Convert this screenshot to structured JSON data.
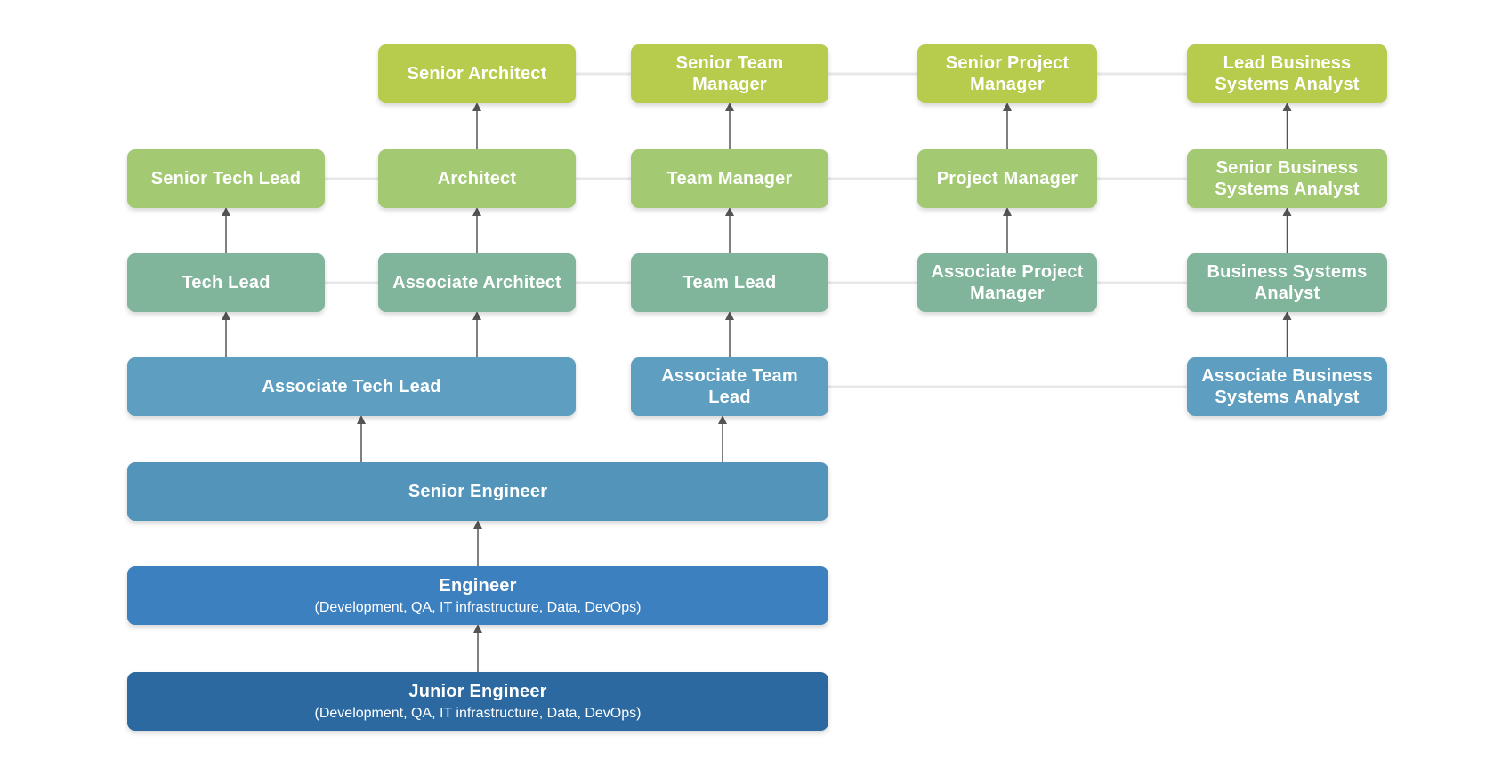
{
  "colors": {
    "level_top": "#b7cb4c",
    "level_2": "#a3ca72",
    "level_3": "#80b59c",
    "level_4": "#5e9fc1",
    "senior_engineer": "#5394ba",
    "engineer": "#3d80c0",
    "junior_engineer": "#2b69a0",
    "arrow": "#555555",
    "connector": "#e8e8e8"
  },
  "nodes": {
    "senior_architect": {
      "label": "Senior Architect"
    },
    "senior_team_manager": {
      "label": "Senior Team Manager"
    },
    "senior_project_manager": {
      "label": "Senior Project Manager"
    },
    "lead_bsa": {
      "label": "Lead Business Systems Analyst"
    },
    "senior_tech_lead": {
      "label": "Senior Tech Lead"
    },
    "architect": {
      "label": "Architect"
    },
    "team_manager": {
      "label": "Team Manager"
    },
    "project_manager": {
      "label": "Project Manager"
    },
    "senior_bsa": {
      "label": "Senior Business Systems Analyst"
    },
    "tech_lead": {
      "label": "Tech Lead"
    },
    "associate_architect": {
      "label": "Associate Architect"
    },
    "team_lead": {
      "label": "Team Lead"
    },
    "associate_pm": {
      "label": "Associate Project Manager"
    },
    "bsa": {
      "label": "Business Systems Analyst"
    },
    "associate_tech_lead": {
      "label": "Associate Tech Lead"
    },
    "associate_team_lead": {
      "label": "Associate Team Lead"
    },
    "associate_bsa": {
      "label": "Associate Business Systems Analyst"
    },
    "senior_engineer": {
      "label": "Senior Engineer"
    },
    "engineer": {
      "label": "Engineer",
      "sublabel": "(Development, QA, IT infrastructure, Data, DevOps)"
    },
    "junior_engineer": {
      "label": "Junior Engineer",
      "sublabel": "(Development, QA, IT infrastructure, Data, DevOps)"
    }
  },
  "promotions": [
    [
      "junior_engineer",
      "engineer"
    ],
    [
      "engineer",
      "senior_engineer"
    ],
    [
      "senior_engineer",
      "associate_tech_lead"
    ],
    [
      "senior_engineer",
      "associate_team_lead"
    ],
    [
      "associate_tech_lead",
      "tech_lead"
    ],
    [
      "associate_tech_lead",
      "associate_architect"
    ],
    [
      "associate_team_lead",
      "team_lead"
    ],
    [
      "associate_bsa",
      "bsa"
    ],
    [
      "tech_lead",
      "senior_tech_lead"
    ],
    [
      "associate_architect",
      "architect"
    ],
    [
      "team_lead",
      "team_manager"
    ],
    [
      "associate_pm",
      "project_manager"
    ],
    [
      "bsa",
      "senior_bsa"
    ],
    [
      "architect",
      "senior_architect"
    ],
    [
      "team_manager",
      "senior_team_manager"
    ],
    [
      "project_manager",
      "senior_project_manager"
    ],
    [
      "senior_bsa",
      "lead_bsa"
    ]
  ],
  "lateral_links": [
    [
      "senior_architect",
      "senior_team_manager"
    ],
    [
      "senior_team_manager",
      "senior_project_manager"
    ],
    [
      "senior_project_manager",
      "lead_bsa"
    ],
    [
      "senior_tech_lead",
      "architect"
    ],
    [
      "architect",
      "team_manager"
    ],
    [
      "team_manager",
      "project_manager"
    ],
    [
      "project_manager",
      "senior_bsa"
    ],
    [
      "tech_lead",
      "associate_architect"
    ],
    [
      "associate_architect",
      "team_lead"
    ],
    [
      "team_lead",
      "associate_pm"
    ],
    [
      "associate_pm",
      "bsa"
    ],
    [
      "associate_team_lead",
      "associate_bsa"
    ]
  ]
}
